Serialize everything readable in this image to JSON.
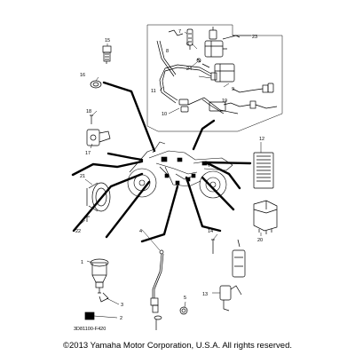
{
  "diagram": {
    "callouts": [
      "1",
      "2",
      "3",
      "4",
      "5",
      "6",
      "7",
      "8",
      "9",
      "10",
      "11",
      "12",
      "13",
      "14",
      "15",
      "16",
      "17",
      "18",
      "19",
      "20",
      "21",
      "22",
      "23",
      "24"
    ],
    "drawing_code": "3D81100-F420"
  },
  "footer": {
    "copyright": "©2013 Yamaha Motor Corporation, U.S.A. All rights reserved."
  },
  "colors": {
    "line": "#000000",
    "background": "#ffffff"
  }
}
